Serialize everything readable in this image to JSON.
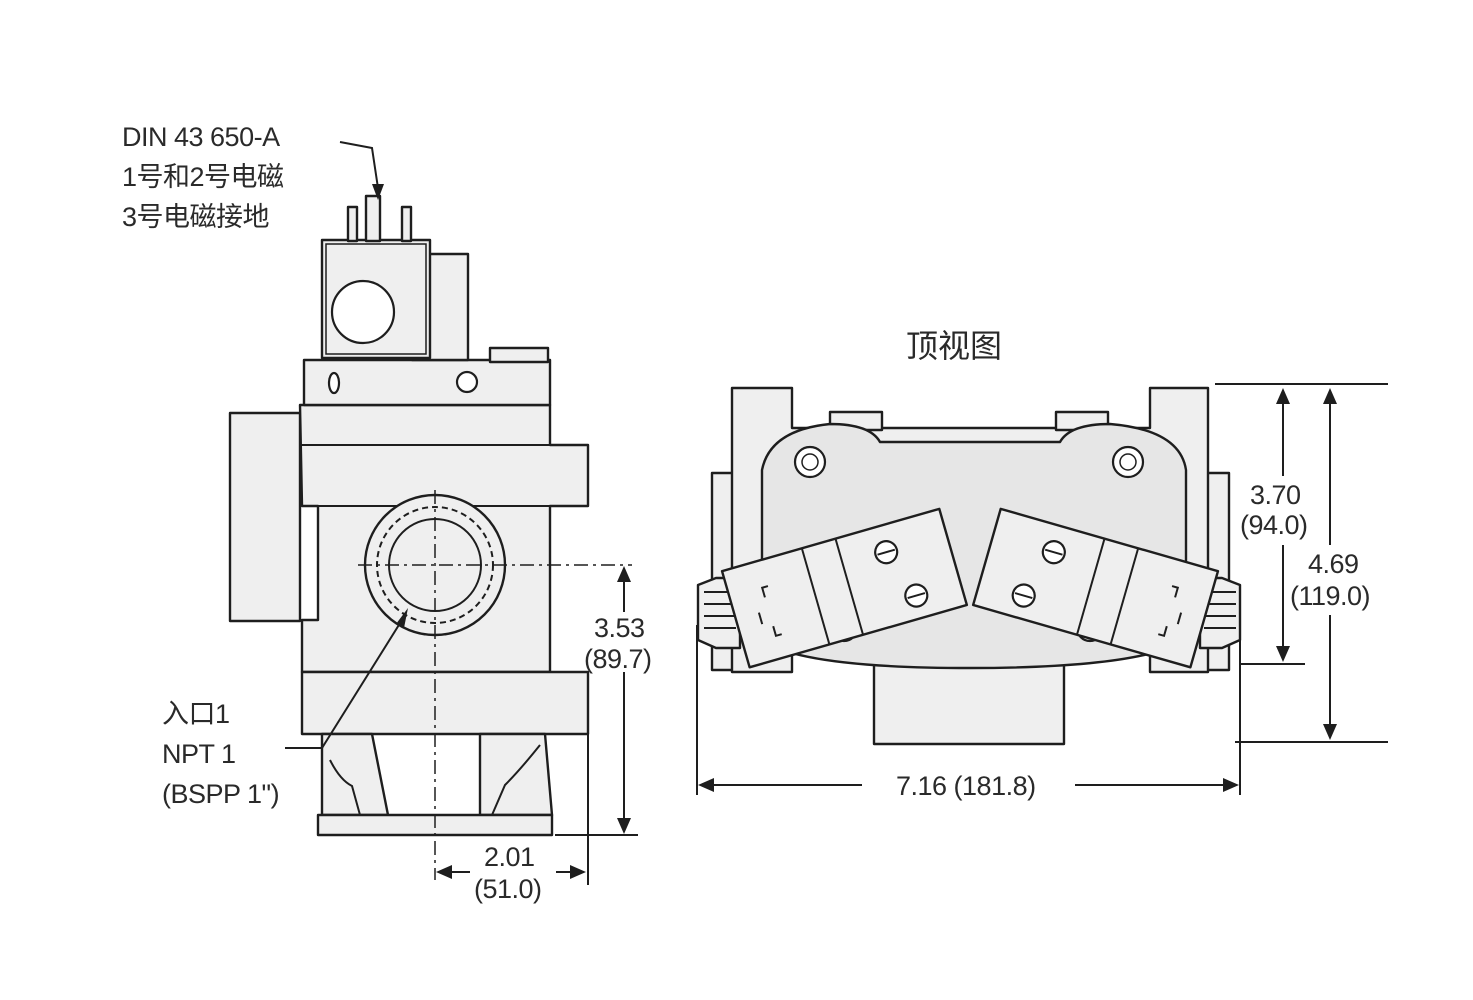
{
  "front_view": {
    "connector_note": [
      "DIN 43 650-A",
      "1号和2号电磁",
      "3号电磁接地"
    ],
    "inlet_note": [
      "入口1",
      "NPT 1",
      "(BSPP 1\")"
    ],
    "dim_height": {
      "inch": "3.53",
      "mm": "(89.7)"
    },
    "dim_width": {
      "inch": "2.01",
      "mm": "(51.0)"
    }
  },
  "top_view": {
    "title": "顶视图",
    "dim_depth_inner": {
      "inch": "3.70",
      "mm": "(94.0)"
    },
    "dim_depth_outer": {
      "inch": "4.69",
      "mm": "(119.0)"
    },
    "dim_length": "7.16 (181.8)"
  }
}
